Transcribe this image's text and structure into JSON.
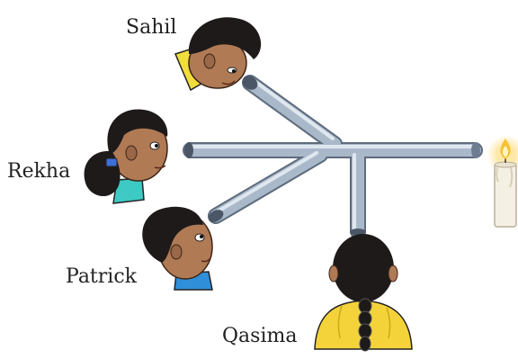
{
  "people": {
    "sahil": "Sahil",
    "rekha": "Rekha",
    "patrick": "Patrick",
    "qasima": "Qasima"
  },
  "colors": {
    "pipe": "#a9b8c9",
    "pipe_dark": "#6d7d91",
    "hair": "#1e1a1a",
    "skin": "#b07a55",
    "candle": "#f4f0e4",
    "flame": "#f7c235",
    "sahil_shirt": "#f2de3a",
    "rekha_shirt": "#3ec9c4",
    "patrick_shirt": "#2f8fd8",
    "qasima_shirt": "#f4d33a"
  },
  "icons": [
    "candle-icon",
    "tube-network"
  ]
}
